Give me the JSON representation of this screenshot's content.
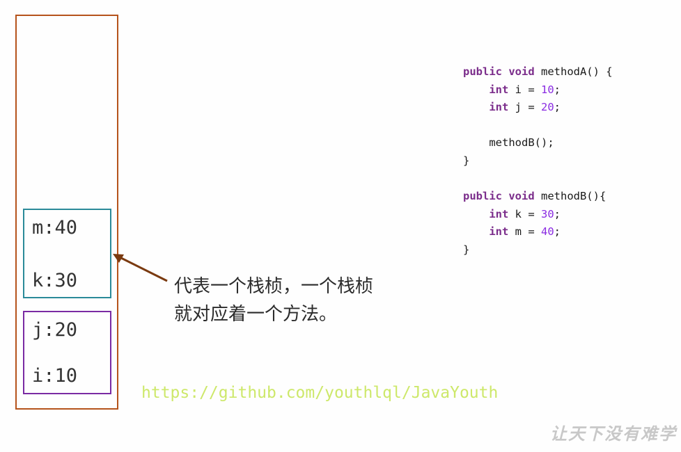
{
  "colors": {
    "stack_border": "#b5531b",
    "frame_b_border": "#2a8a99",
    "frame_a_border": "#7a2aa3",
    "arrow": "#7a3a10",
    "keyword": "#7b2d8b",
    "number": "#8a2be2",
    "url": "#cde86a",
    "watermark": "#c8c8c8"
  },
  "stack": {
    "frame_b": {
      "vars": [
        "m:40",
        "k:30"
      ]
    },
    "frame_a": {
      "vars": [
        "j:20",
        "i:10"
      ]
    }
  },
  "note": {
    "line1": "代表一个栈桢，一个栈桢",
    "line2": "就对应着一个方法。"
  },
  "code": [
    [
      {
        "t": "public void",
        "k": "kw"
      },
      {
        "t": " methodA() {"
      }
    ],
    [
      {
        "t": "    "
      },
      {
        "t": "int",
        "k": "kw"
      },
      {
        "t": " i = "
      },
      {
        "t": "10",
        "k": "num"
      },
      {
        "t": ";"
      }
    ],
    [
      {
        "t": "    "
      },
      {
        "t": "int",
        "k": "kw"
      },
      {
        "t": " j = "
      },
      {
        "t": "20",
        "k": "num"
      },
      {
        "t": ";"
      }
    ],
    [
      {
        "t": ""
      }
    ],
    [
      {
        "t": "    methodB();"
      }
    ],
    [
      {
        "t": "}"
      }
    ],
    [
      {
        "t": ""
      }
    ],
    [
      {
        "t": "public void",
        "k": "kw"
      },
      {
        "t": " methodB(){"
      }
    ],
    [
      {
        "t": "    "
      },
      {
        "t": "int",
        "k": "kw"
      },
      {
        "t": " k = "
      },
      {
        "t": "30",
        "k": "num"
      },
      {
        "t": ";"
      }
    ],
    [
      {
        "t": "    "
      },
      {
        "t": "int",
        "k": "kw"
      },
      {
        "t": " m = "
      },
      {
        "t": "40",
        "k": "num"
      },
      {
        "t": ";"
      }
    ],
    [
      {
        "t": "}"
      }
    ]
  ],
  "url": "https://github.com/youthlql/JavaYouth",
  "watermark": "让天下没有难学"
}
